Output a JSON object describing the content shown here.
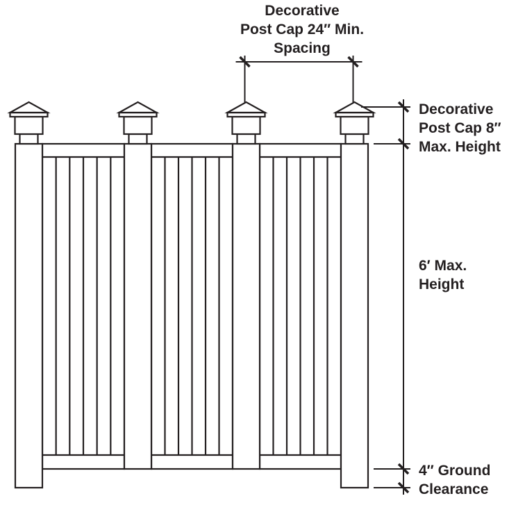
{
  "labels": {
    "top_spacing": [
      "Decorative",
      "Post Cap 24″ Min.",
      "Spacing"
    ],
    "cap_height": [
      "Decorative",
      "Post Cap 8″",
      "Max. Height"
    ],
    "fence_height": [
      "6′ Max.",
      "Height"
    ],
    "ground_clearance": [
      "4″ Ground",
      "Clearance"
    ]
  },
  "colors": {
    "line": "#231f20",
    "background": "#ffffff"
  }
}
